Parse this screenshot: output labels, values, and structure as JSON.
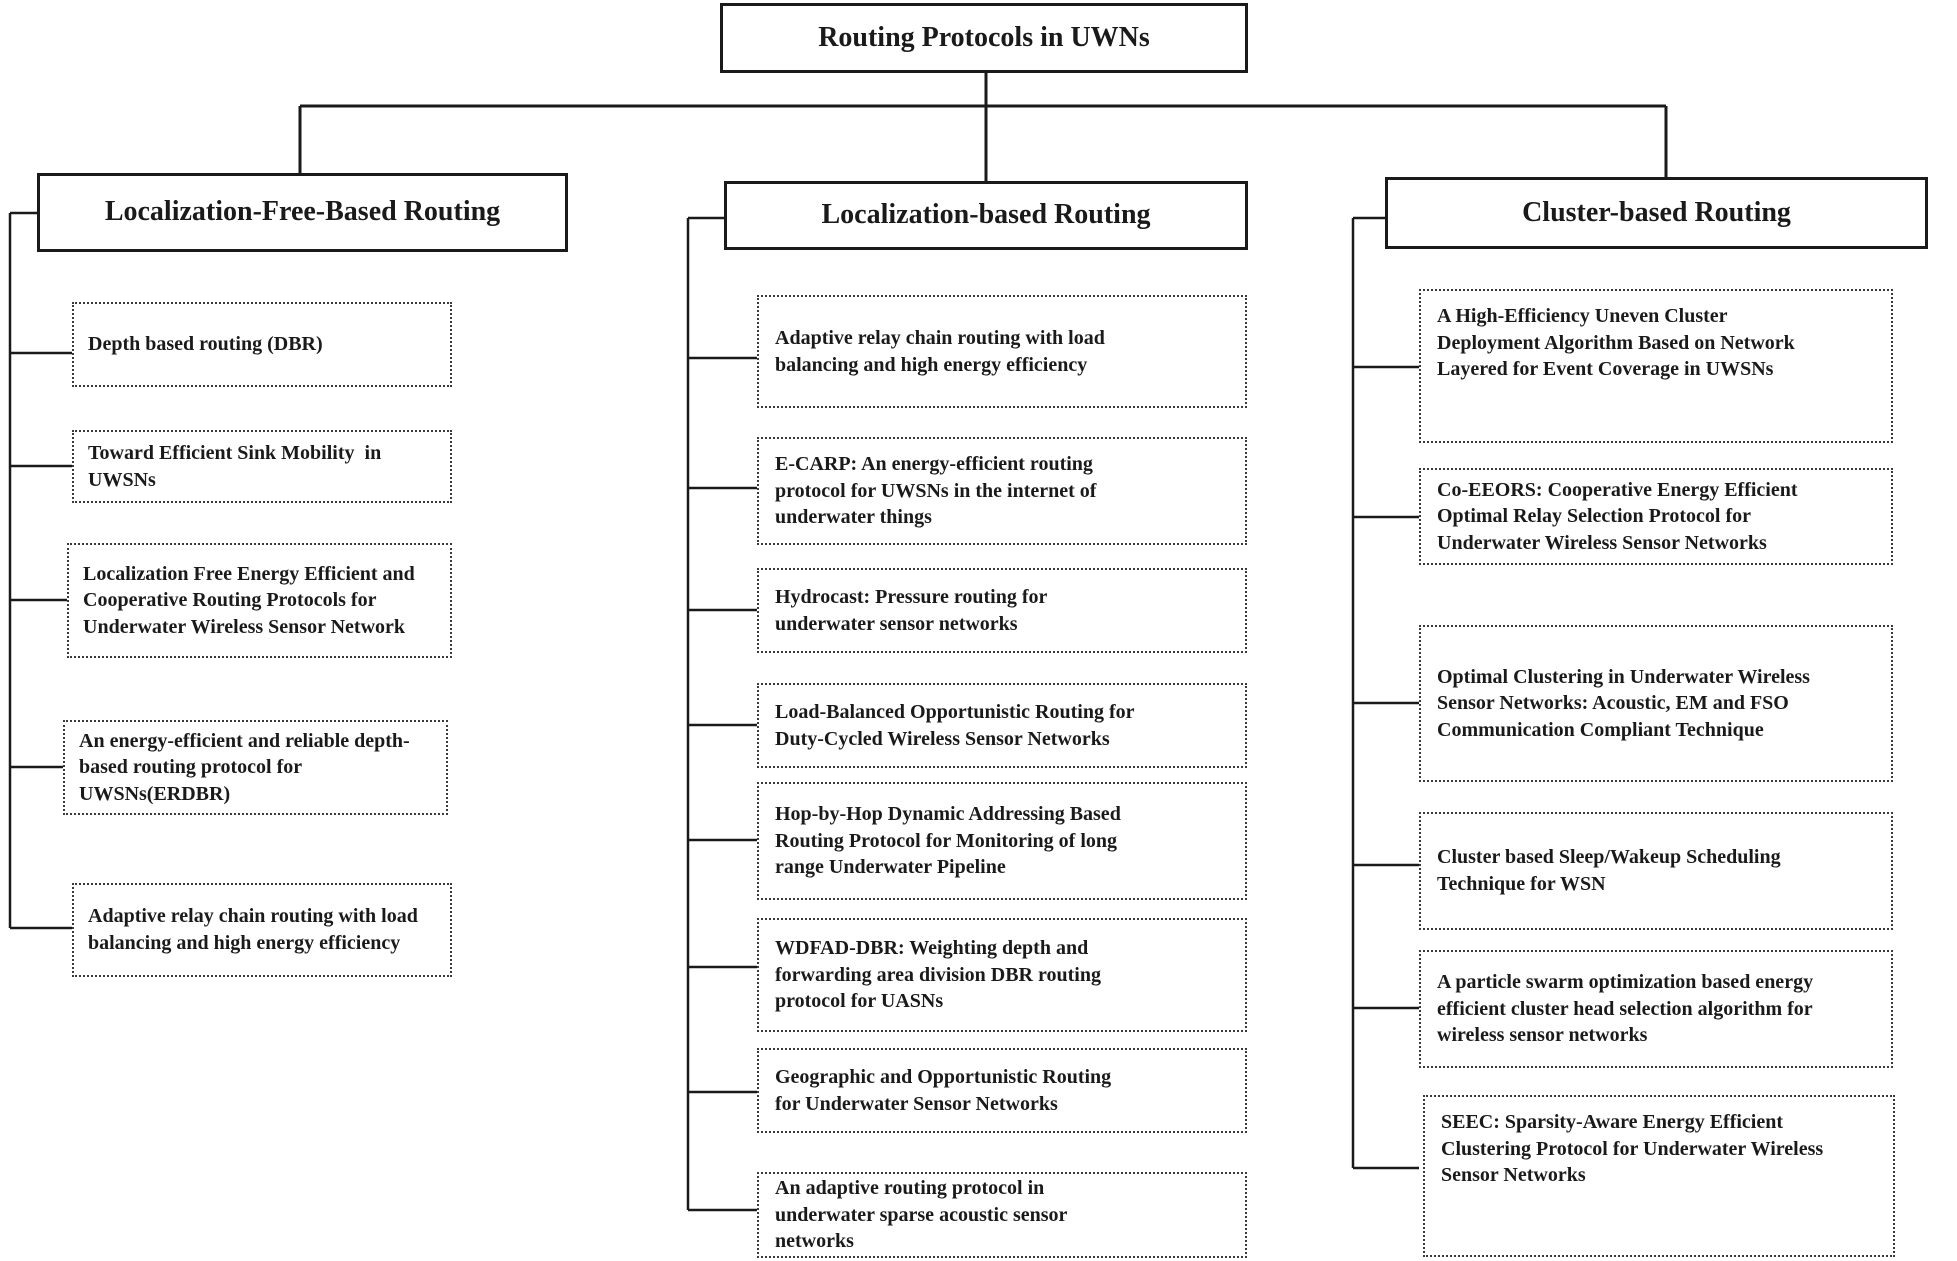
{
  "figure": {
    "type": "hierarchy-diagram",
    "colors": {
      "ink": "#1a1a1a",
      "background": "#ffffff",
      "box_border": "#1a1a1a",
      "child_border_style": "dotted"
    },
    "root": "Routing Protocols in UWNs",
    "columns": [
      {
        "header": "Localization-Free-Based Routing",
        "items": [
          "Depth based routing (DBR)",
          "Toward Efficient Sink Mobility  in UWSNs",
          "Localization Free Energy Efficient and Cooperative Routing Protocols for Underwater Wireless Sensor Network",
          "An energy-efficient and reliable depth-based routing protocol for UWSNs(ERDBR)",
          "Adaptive relay chain routing with load balancing and high energy efficiency"
        ]
      },
      {
        "header": "Localization-based Routing",
        "items": [
          "Adaptive relay chain routing with load balancing and high energy efficiency",
          "E-CARP: An energy-efficient routing protocol for UWSNs in the internet of underwater things",
          "Hydrocast: Pressure routing for underwater sensor networks",
          "Load-Balanced Opportunistic Routing for Duty-Cycled Wireless Sensor Networks",
          "Hop-by-Hop Dynamic Addressing Based Routing Protocol for Monitoring of long range Underwater Pipeline",
          "WDFAD-DBR: Weighting depth and forwarding area division DBR routing protocol for UASNs",
          "Geographic and Opportunistic Routing for Underwater Sensor Networks",
          "An adaptive routing protocol in underwater sparse acoustic sensor networks"
        ]
      },
      {
        "header": "Cluster-based Routing",
        "items": [
          "A High-Efficiency Uneven Cluster Deployment Algorithm Based on Network Layered for Event Coverage in UWSNs",
          "Co-EEORS: Cooperative Energy Efficient Optimal Relay Selection Protocol for Underwater Wireless Sensor Networks",
          "Optimal Clustering in Underwater Wireless Sensor Networks: Acoustic, EM and FSO Communication Compliant Technique",
          "Cluster based Sleep/Wakeup Scheduling Technique for WSN",
          "A particle swarm optimization based energy efficient cluster head selection algorithm for wireless sensor networks",
          "SEEC: Sparsity-Aware Energy Efficient Clustering Protocol for Underwater Wireless Sensor Networks"
        ]
      }
    ]
  }
}
